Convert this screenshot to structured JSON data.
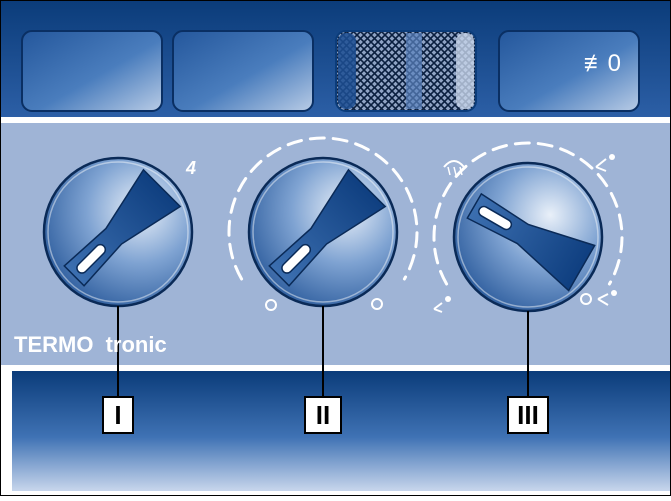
{
  "brand": {
    "line1": "TERMO",
    "line2": "tronic"
  },
  "buttons": [
    {
      "name": "button-1",
      "state": "plain",
      "icon": null
    },
    {
      "name": "button-2",
      "state": "plain",
      "icon": null
    },
    {
      "name": "button-3",
      "state": "pressed-hatched",
      "icon": null
    },
    {
      "name": "button-4",
      "state": "plain",
      "icon": "rear-fog-light-icon",
      "icon_text": "≢0"
    }
  ],
  "knobs": [
    {
      "name": "knob-i",
      "callout": "I",
      "top_label": "4",
      "pointer_angle_deg": -45,
      "has_scale": false
    },
    {
      "name": "knob-ii",
      "callout": "II",
      "pointer_angle_deg": -45,
      "has_scale": true
    },
    {
      "name": "knob-iii",
      "callout": "III",
      "pointer_angle_deg": 30,
      "has_scale": true,
      "icons": [
        "defrost-icon",
        "face-airflow-icon",
        "floor-airflow-icon",
        "face-floor-airflow-icon"
      ]
    }
  ],
  "colors": {
    "panel_dark": "#0b3c7a",
    "panel_mid": "#2f63a8",
    "panel_light": "#9fb4d6",
    "knob_light": "#dfe8f5",
    "knob_dark": "#1d4f93",
    "accent_white": "#ffffff"
  }
}
